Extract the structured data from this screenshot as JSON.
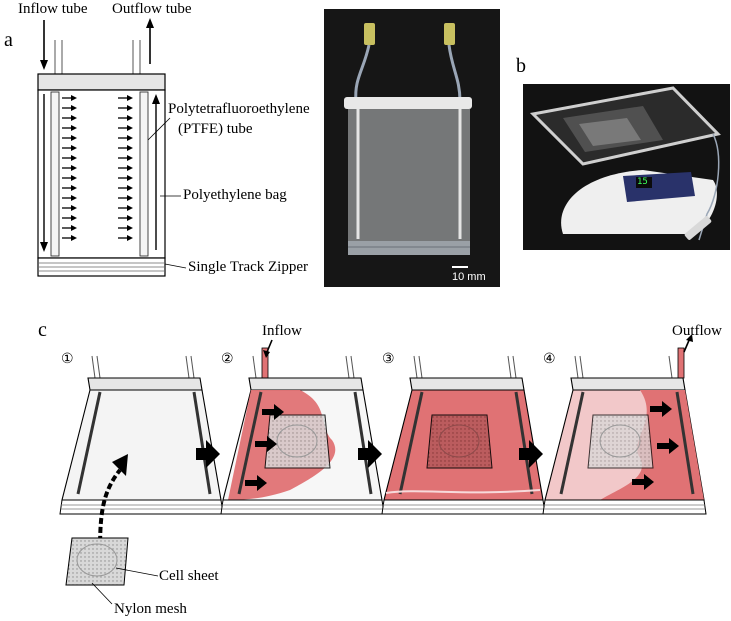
{
  "panels": {
    "a": "a",
    "b": "b",
    "c": "c"
  },
  "schematic_a": {
    "inflow_label": "Inflow tube",
    "outflow_label": "Outflow tube",
    "ptfe_label_line1": "Polytetrafluoroethylene",
    "ptfe_label_line2": "(PTFE) tube",
    "bag_label": "Polyethylene bag",
    "zipper_label": "Single Track Zipper"
  },
  "photo_a": {
    "scale_bar": "10 mm"
  },
  "steps_c": {
    "step_numbers": [
      "①",
      "②",
      "③",
      "④"
    ],
    "inflow": "Inflow",
    "outflow": "Outflow",
    "cell_sheet": "Cell sheet",
    "nylon_mesh": "Nylon mesh"
  },
  "device_display": "15",
  "colors": {
    "medium_red": "#e07274",
    "medium_light": "#f2c8c9",
    "photo_dark": "#1b1b1b",
    "display_green": "#3cff5a"
  }
}
